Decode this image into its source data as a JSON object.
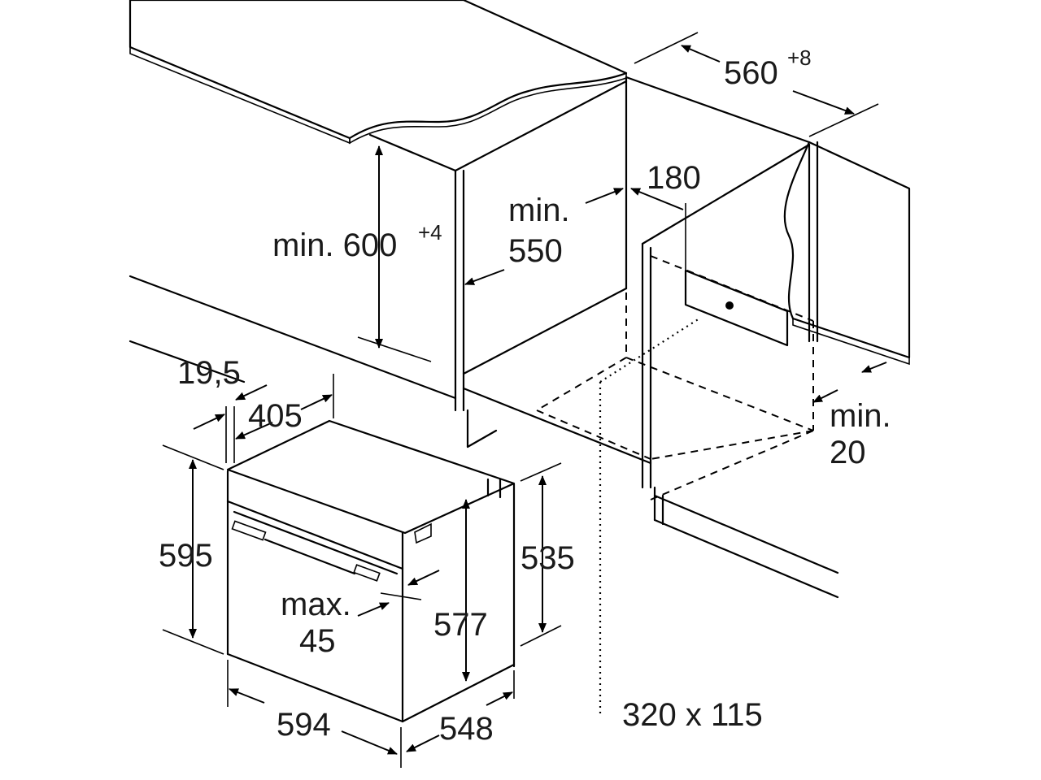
{
  "labels": {
    "width_opening": "560",
    "width_opening_tol": "+8",
    "height_min_text": "min. 600",
    "height_min_tol": "+4",
    "depth_min_1": "min.",
    "depth_min_2": "550",
    "vent_depth": "180",
    "min20_1": "min.",
    "min20_2": "20",
    "dim_19_5": "19,5",
    "dim_405": "405",
    "dim_595": "595",
    "dim_535": "535",
    "dim_577": "577",
    "max45_1": "max.",
    "max45_2": "45",
    "dim_594": "594",
    "dim_548": "548",
    "cutout": "320 x 115"
  }
}
